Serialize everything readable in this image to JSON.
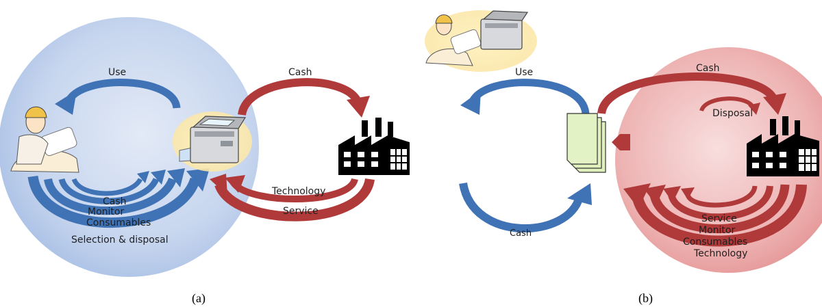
{
  "panel_a": {
    "caption": "(a)",
    "labels": {
      "use": "Use",
      "cash_top": "Cash",
      "technology": "Technology",
      "service": "Service",
      "cash_inner": "Cash",
      "monitor": "Monitor",
      "consumables": "Consumables",
      "selection_disposal": "Selection & disposal"
    }
  },
  "panel_b": {
    "caption": "(b)",
    "labels": {
      "use": "Use",
      "cash_top": "Cash",
      "disposal": "Disposal",
      "cash_bottom": "Cash",
      "service": "Service",
      "monitor": "Monitor",
      "consumables": "Consumables",
      "technology": "Technology"
    }
  },
  "colors": {
    "blue_arrow": "#3f73b5",
    "red_arrow": "#b03a3a",
    "blue_circle": "#c7d6ee",
    "red_circle": "#eeb0b0",
    "document_green": "#dff0bd"
  }
}
